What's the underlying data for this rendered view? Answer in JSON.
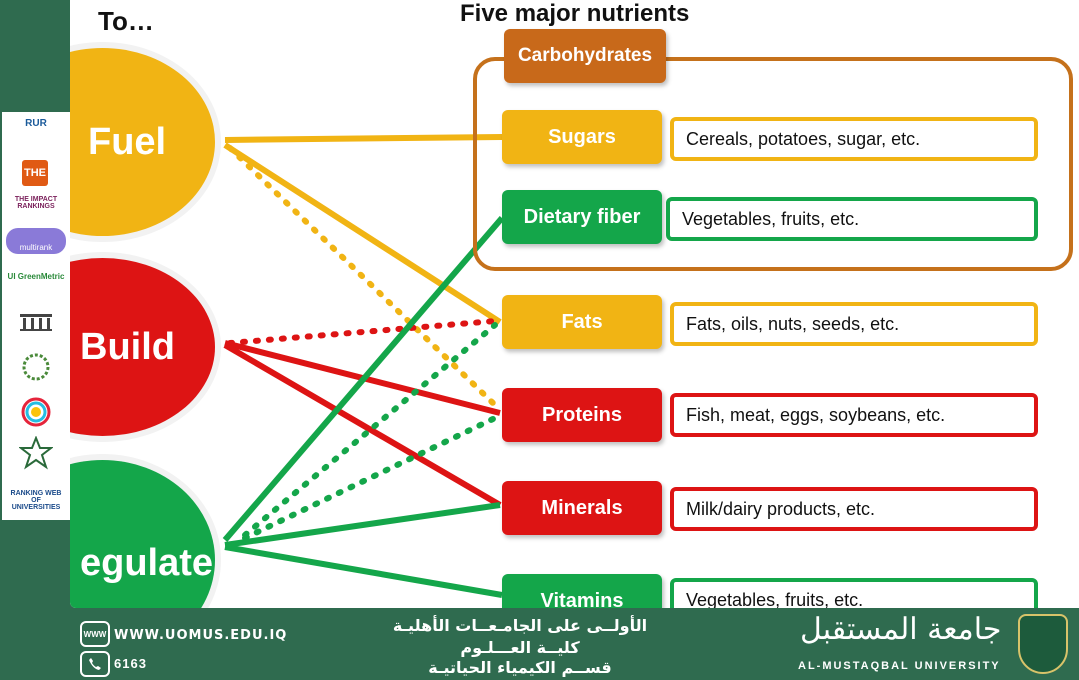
{
  "slide": {
    "title_left": "To…",
    "title_main": "Five major nutrients"
  },
  "circles": [
    {
      "label": "Fuel",
      "color": "#f1b414"
    },
    {
      "label": "Build",
      "color": "#dd1414"
    },
    {
      "label": "egulate",
      "color": "#14a64a"
    }
  ],
  "carbohydrates": {
    "label": "Carbohydrates",
    "color": "#c8691a"
  },
  "nutrients": [
    {
      "label": "Sugars",
      "example": "Cereals, potatoes, sugar, etc.",
      "color": "#f1b414"
    },
    {
      "label": "Dietary fiber",
      "example": "Vegetables, fruits, etc.",
      "color": "#14a64a"
    },
    {
      "label": "Fats",
      "example": "Fats, oils, nuts, seeds, etc.",
      "color": "#f1b414"
    },
    {
      "label": "Proteins",
      "example": "Fish, meat, eggs, soybeans, etc.",
      "color": "#dd1414"
    },
    {
      "label": "Minerals",
      "example": "Milk/dairy products, etc.",
      "color": "#dd1414"
    },
    {
      "label": "Vitamins",
      "example": "Vegetables, fruits, etc.",
      "color": "#14a64a"
    }
  ],
  "logos": [
    "RUR",
    "THE",
    "THE IMPACT RANKINGS",
    "multirank",
    "UI GreenMetric",
    "",
    "",
    "SDG",
    "",
    "RANKING WEB OF UNIVERSITIES"
  ],
  "footer": {
    "website": "WWW.UOMUS.EDU.IQ",
    "phone": "6163",
    "www_icon": "WWW",
    "arabic_line1": "الأولــى على الجامـعــات الأهليـة",
    "arabic_line2": "كليــة العـــلـوم",
    "arabic_line3": "قســم الكيمياء الحياتيـة",
    "uni_arabic": "جامعة المستقبل",
    "uni_english": "AL-MUSTAQBAL UNIVERSITY"
  }
}
